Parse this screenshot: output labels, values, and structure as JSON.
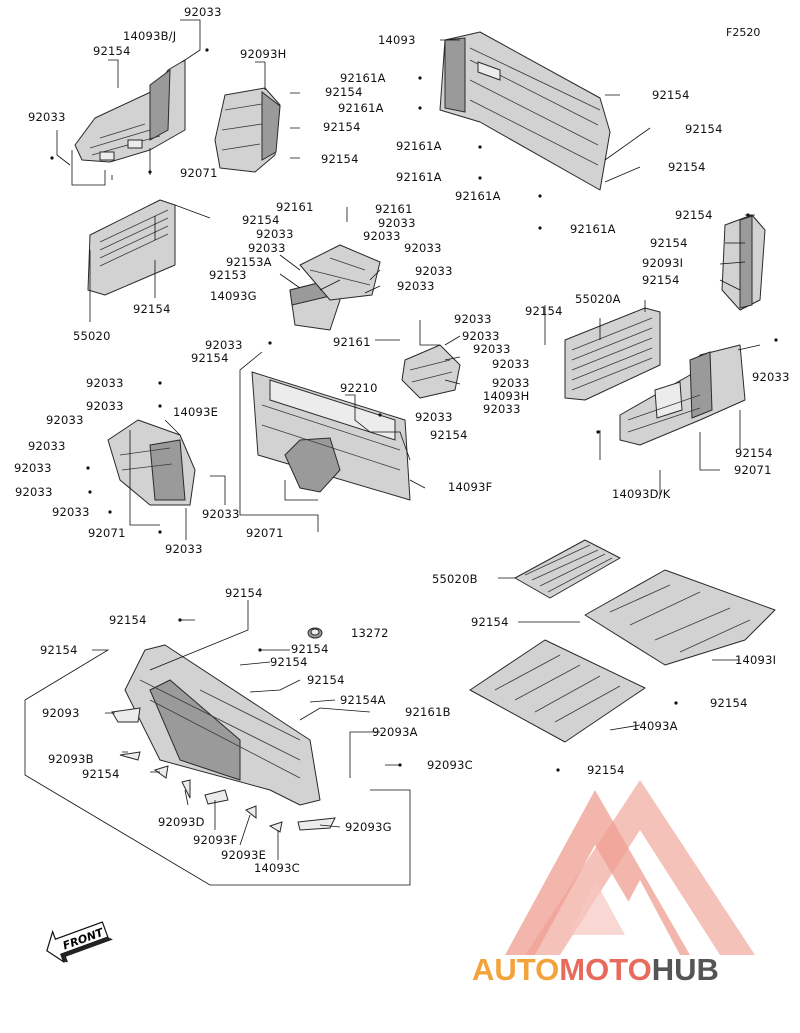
{
  "figure_code": "F2520",
  "front_label": "FRONT",
  "watermark": {
    "part1": "AUTO",
    "part2": "MOTO",
    "part3": "HUB",
    "color_primary": "#f2a33a",
    "color_secondary": "#e86a5c",
    "color_tertiary": "#555555"
  },
  "labels": [
    {
      "id": "l01",
      "text": "92033"
    },
    {
      "id": "l02",
      "text": "14093B/J"
    },
    {
      "id": "l03",
      "text": "92154"
    },
    {
      "id": "l04",
      "text": "92033"
    },
    {
      "id": "l05",
      "text": "92071"
    },
    {
      "id": "l06",
      "text": "92093H"
    },
    {
      "id": "l07",
      "text": "92154"
    },
    {
      "id": "l08",
      "text": "92154"
    },
    {
      "id": "l09",
      "text": "92154"
    },
    {
      "id": "l10",
      "text": "14093"
    },
    {
      "id": "l11",
      "text": "92161A"
    },
    {
      "id": "l12",
      "text": "92161A"
    },
    {
      "id": "l13",
      "text": "92154"
    },
    {
      "id": "l14",
      "text": "92154"
    },
    {
      "id": "l15",
      "text": "92161A"
    },
    {
      "id": "l16",
      "text": "92161A"
    },
    {
      "id": "l17",
      "text": "92154"
    },
    {
      "id": "l18",
      "text": "92161A"
    },
    {
      "id": "l19",
      "text": "92161A"
    },
    {
      "id": "l20",
      "text": "92154"
    },
    {
      "id": "l21",
      "text": "92154"
    },
    {
      "id": "l22",
      "text": "92093I"
    },
    {
      "id": "l23",
      "text": "92154"
    },
    {
      "id": "l24",
      "text": "92154"
    },
    {
      "id": "l25",
      "text": "92161"
    },
    {
      "id": "l26",
      "text": "92161"
    },
    {
      "id": "l27",
      "text": "92033"
    },
    {
      "id": "l28",
      "text": "92033"
    },
    {
      "id": "l29",
      "text": "92033"
    },
    {
      "id": "l30",
      "text": "92033"
    },
    {
      "id": "l31",
      "text": "92153A"
    },
    {
      "id": "l32",
      "text": "92153"
    },
    {
      "id": "l33",
      "text": "92033"
    },
    {
      "id": "l34",
      "text": "14093G"
    },
    {
      "id": "l35",
      "text": "92033"
    },
    {
      "id": "l36",
      "text": "92154"
    },
    {
      "id": "l37",
      "text": "55020"
    },
    {
      "id": "l38",
      "text": "92154"
    },
    {
      "id": "l39",
      "text": "55020A"
    },
    {
      "id": "l40",
      "text": "92033"
    },
    {
      "id": "l41",
      "text": "92033"
    },
    {
      "id": "l42",
      "text": "92161"
    },
    {
      "id": "l43",
      "text": "92033"
    },
    {
      "id": "l44",
      "text": "92033"
    },
    {
      "id": "l45",
      "text": "92033"
    },
    {
      "id": "l46",
      "text": "92033"
    },
    {
      "id": "l47",
      "text": "14093H"
    },
    {
      "id": "l48",
      "text": "92033"
    },
    {
      "id": "l49",
      "text": "92033"
    },
    {
      "id": "l50",
      "text": "92154"
    },
    {
      "id": "l51",
      "text": "92033"
    },
    {
      "id": "l52",
      "text": "92210"
    },
    {
      "id": "l53",
      "text": "92033"
    },
    {
      "id": "l54",
      "text": "92033"
    },
    {
      "id": "l55",
      "text": "14093E"
    },
    {
      "id": "l56",
      "text": "92033"
    },
    {
      "id": "l57",
      "text": "92033"
    },
    {
      "id": "l58",
      "text": "92033"
    },
    {
      "id": "l59",
      "text": "92033"
    },
    {
      "id": "l60",
      "text": "92033"
    },
    {
      "id": "l61",
      "text": "92033"
    },
    {
      "id": "l62",
      "text": "92071"
    },
    {
      "id": "l63",
      "text": "92033"
    },
    {
      "id": "l64",
      "text": "92071"
    },
    {
      "id": "l65",
      "text": "92154"
    },
    {
      "id": "l66",
      "text": "14093F"
    },
    {
      "id": "l67",
      "text": "92033"
    },
    {
      "id": "l68",
      "text": "92154"
    },
    {
      "id": "l69",
      "text": "92071"
    },
    {
      "id": "l70",
      "text": "14093D/K"
    },
    {
      "id": "l71",
      "text": "55020B"
    },
    {
      "id": "l72",
      "text": "92154"
    },
    {
      "id": "l73",
      "text": "14093I"
    },
    {
      "id": "l74",
      "text": "92154"
    },
    {
      "id": "l75",
      "text": "14093A"
    },
    {
      "id": "l76",
      "text": "92154"
    },
    {
      "id": "l77",
      "text": "92154"
    },
    {
      "id": "l78",
      "text": "92154"
    },
    {
      "id": "l79",
      "text": "13272"
    },
    {
      "id": "l80",
      "text": "92154"
    },
    {
      "id": "l81",
      "text": "92154"
    },
    {
      "id": "l82",
      "text": "92154"
    },
    {
      "id": "l83",
      "text": "92093"
    },
    {
      "id": "l84",
      "text": "92154"
    },
    {
      "id": "l85",
      "text": "92154A"
    },
    {
      "id": "l86",
      "text": "92161B"
    },
    {
      "id": "l87",
      "text": "92093A"
    },
    {
      "id": "l88",
      "text": "92093B"
    },
    {
      "id": "l89",
      "text": "92154"
    },
    {
      "id": "l90",
      "text": "92093C"
    },
    {
      "id": "l91",
      "text": "92093D"
    },
    {
      "id": "l92",
      "text": "92093G"
    },
    {
      "id": "l93",
      "text": "92093F"
    },
    {
      "id": "l94",
      "text": "92093E"
    },
    {
      "id": "l95",
      "text": "14093C"
    }
  ]
}
